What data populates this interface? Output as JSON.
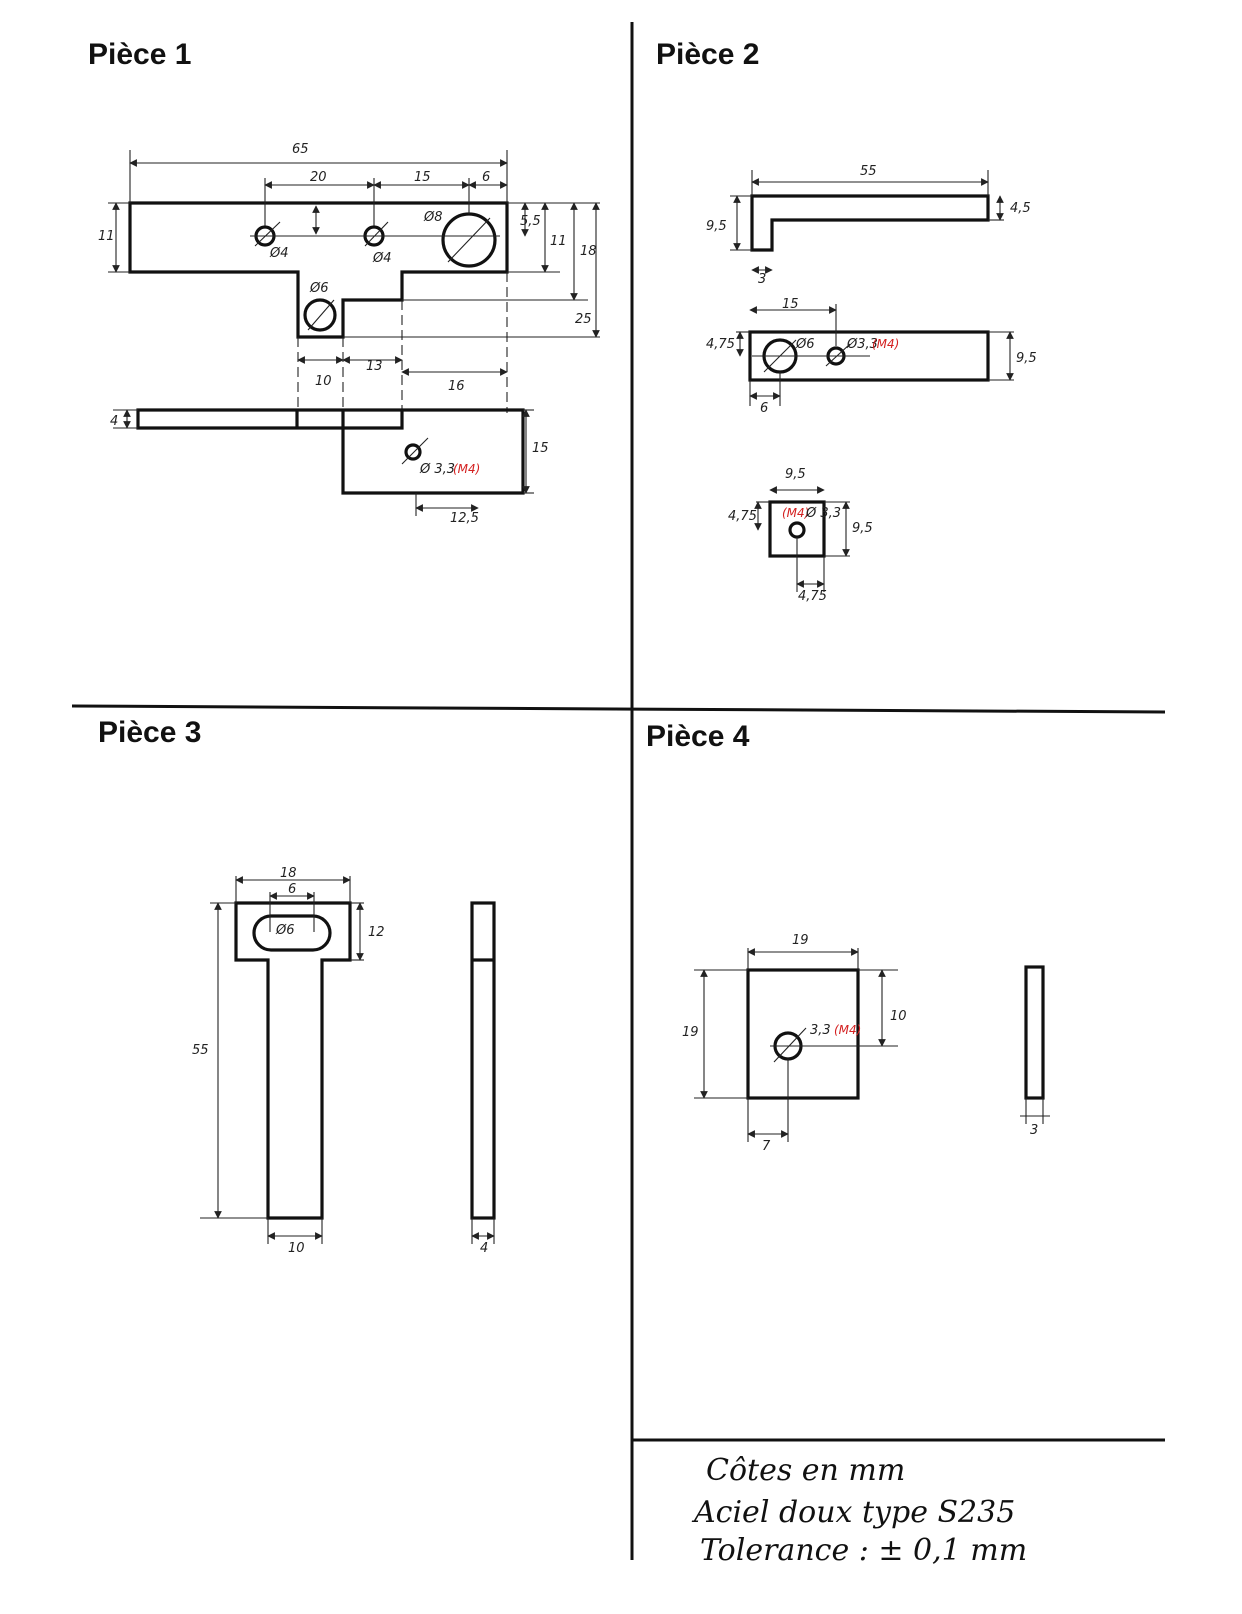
{
  "titles": {
    "p1": "Pièce 1",
    "p2": "Pièce 2",
    "p3": "Pièce 3",
    "p4": "Pièce 4"
  },
  "p1": {
    "d65": "65",
    "d20": "20",
    "d15": "15",
    "d6": "6",
    "d11_left": "11",
    "d5_5": "5,5",
    "d11_right": "11",
    "d18": "18",
    "d25": "25",
    "hole_a": "Ø4",
    "hole_b": "Ø4",
    "hole_big": "Ø8",
    "hole_low": "Ø6",
    "d10": "10",
    "d13": "13",
    "d16": "16",
    "d4": "4",
    "d15_side": "15",
    "tap": "Ø 3,3",
    "tap_m": "(M4)",
    "d12_5": "12,5"
  },
  "p2": {
    "d55": "55",
    "d9_5_left": "9,5",
    "d4_5": "4,5",
    "d3": "3",
    "d15": "15",
    "d4_75": "4,75",
    "hole6": "Ø6",
    "tap": "Ø3,3",
    "tap_m": "(M4)",
    "d9_5_right": "9,5",
    "d6": "6",
    "e_d9_5_top": "9,5",
    "e_d4_75_left": "4,75",
    "e_tap_m": "(M4)",
    "e_tap": "Ø 3,3",
    "e_d9_5_right": "9,5",
    "e_d4_75_bottom": "4,75"
  },
  "p3": {
    "d18": "18",
    "d6": "6",
    "slot": "Ø6",
    "d12": "12",
    "d55": "55",
    "d10": "10",
    "d4": "4"
  },
  "p4": {
    "d19_top": "19",
    "d19_left": "19",
    "tap": "3,3",
    "tap_m": "(M4)",
    "d10": "10",
    "d7": "7",
    "d3": "3"
  },
  "notes": {
    "line1": "Côtes en mm",
    "line2": "Aciel doux type S235",
    "line3": "Tolerance : ± 0,1 mm"
  }
}
